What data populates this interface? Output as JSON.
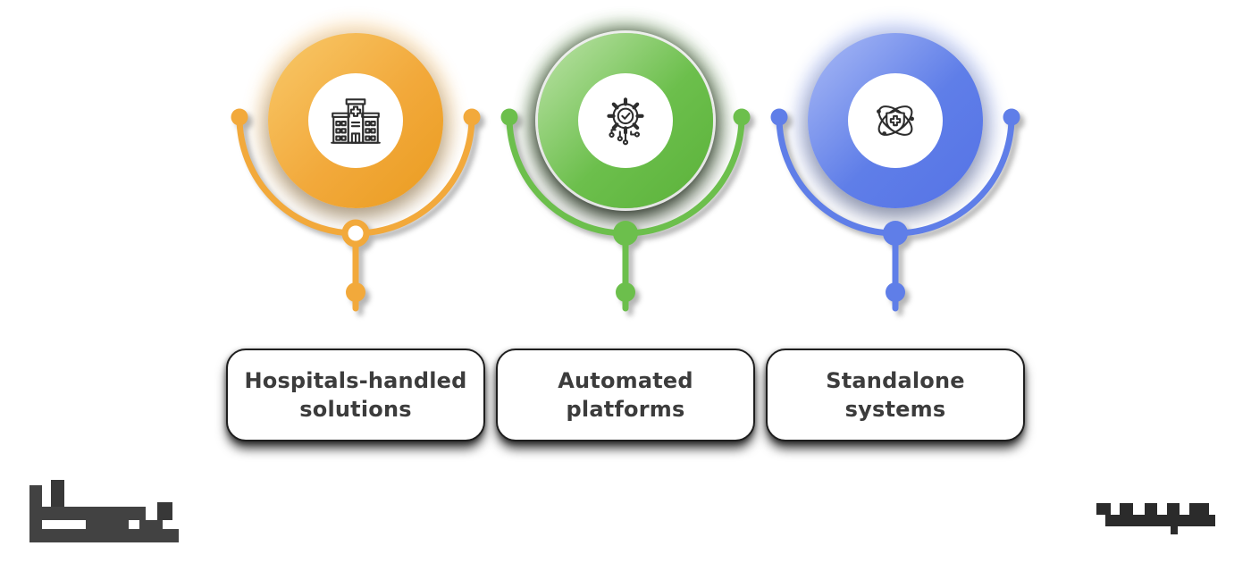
{
  "background_color": "#FFFFFF",
  "text_color": "#3C3C3C",
  "cards": [
    {
      "id": "hospitals-handled-solutions",
      "label": "Hospitals-handled solutions",
      "lines": [
        "Hospitals-handled",
        "solutions"
      ],
      "icon": "hospital-building-icon",
      "node_style": "ring",
      "colors": {
        "main": "#F2A93B",
        "light": "#F8C96A",
        "dark": "#EA9C20"
      }
    },
    {
      "id": "automated-platforms",
      "label": "Automated platforms",
      "lines": [
        "Automated",
        "platforms"
      ],
      "icon": "automation-gear-check-icon",
      "node_style": "solid",
      "colors": {
        "main": "#6CBF4C",
        "light": "#BFE4AB",
        "dark": "#5BB23A"
      }
    },
    {
      "id": "standalone-systems",
      "label": "Standalone systems",
      "lines": [
        "Standalone",
        "systems"
      ],
      "icon": "atom-shield-medical-icon",
      "node_style": "solid",
      "colors": {
        "main": "#5F7EE8",
        "light": "#ACBCF6",
        "dark": "#5573E6"
      }
    }
  ],
  "watermarks": {
    "bottom_left": "pixelated-redacted-logo",
    "bottom_right": "pixelated-redacted-text"
  }
}
